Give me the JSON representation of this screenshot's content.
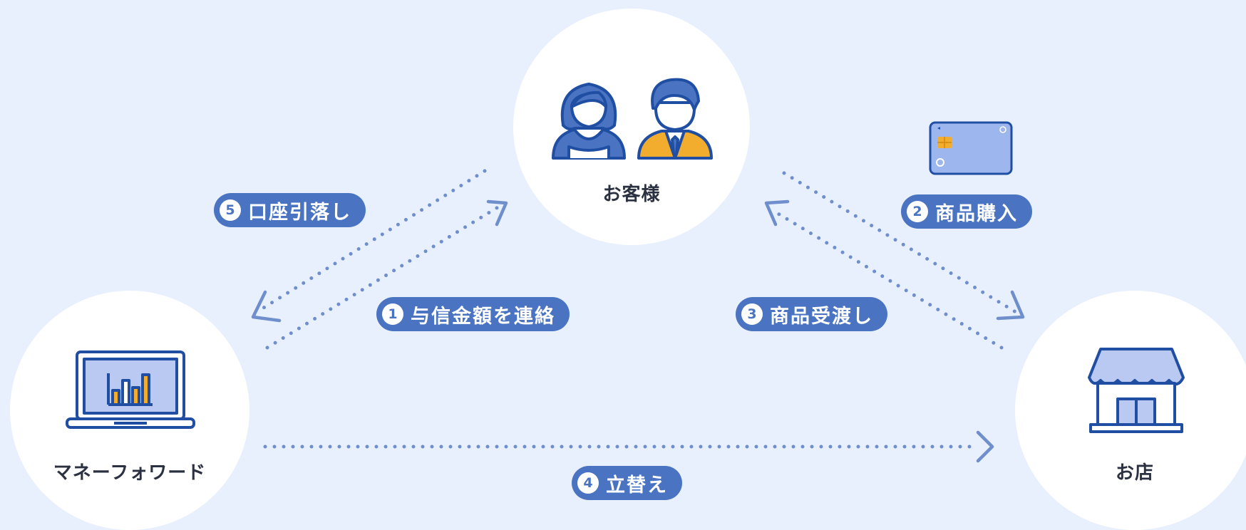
{
  "nodes": {
    "customer": {
      "label": "お客様",
      "icon": "customers-icon"
    },
    "store": {
      "label": "お店",
      "icon": "store-icon"
    },
    "money_forward": {
      "label": "マネーフォワード",
      "icon": "laptop-chart-icon"
    }
  },
  "card": {
    "icon": "credit-card-icon"
  },
  "steps": [
    {
      "num": "1",
      "label": "与信金額を連絡"
    },
    {
      "num": "2",
      "label": "商品購入"
    },
    {
      "num": "3",
      "label": "商品受渡し"
    },
    {
      "num": "4",
      "label": "立替え"
    },
    {
      "num": "5",
      "label": "口座引落し"
    }
  ],
  "colors": {
    "background": "#e8effd",
    "accent": "#4a74c2",
    "dots": "#6f8ecc",
    "icon_outline": "#1f4ea3",
    "icon_fill_blue": "#b9c9f1",
    "icon_fill_orange": "#f2ad2f"
  }
}
